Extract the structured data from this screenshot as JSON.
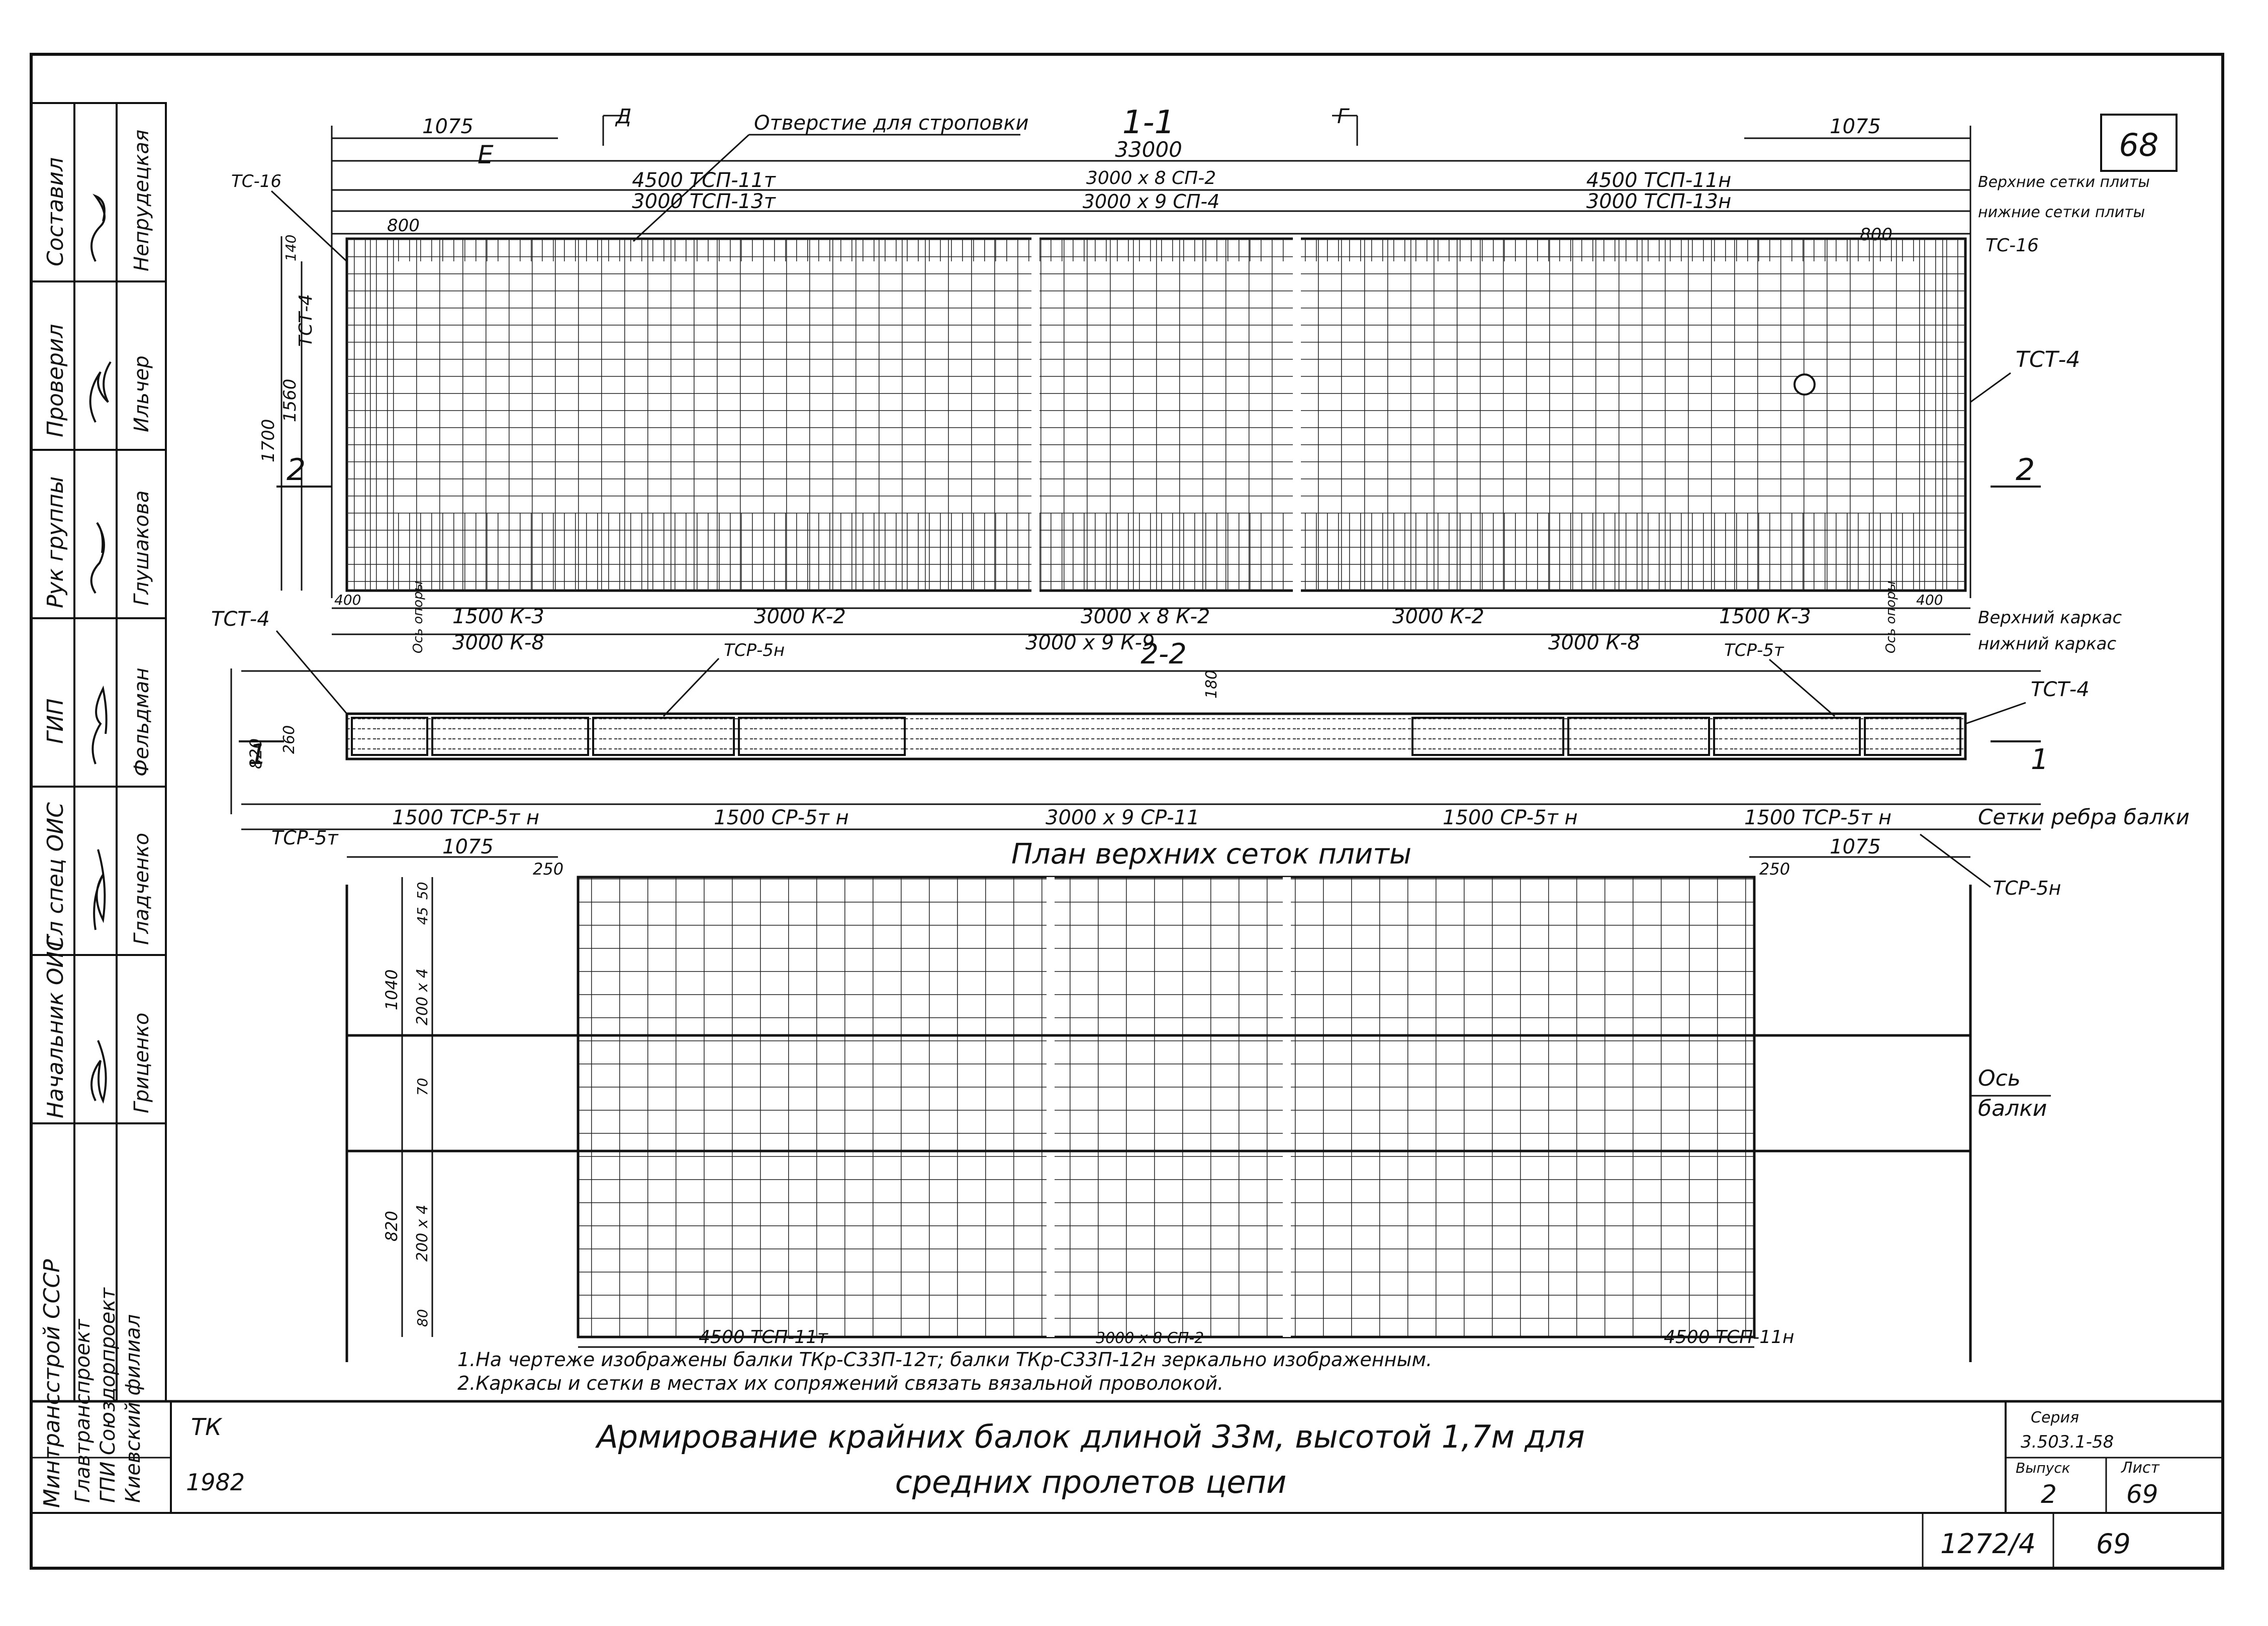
{
  "sheet": {
    "corner_number": "68",
    "footer_sheet_ref": "1272/4",
    "footer_sheet_no": "69"
  },
  "title_block": {
    "org": "ТК",
    "year": "1982",
    "title_line1": "Армирование крайних балок длиной 33м, высотой 1,7м для",
    "title_line2": "средних пролетов цепи",
    "series_label": "Серия",
    "series_value": "3.503.1-58",
    "issue_label": "Выпуск",
    "issue_value": "2",
    "sheet_label": "Лист",
    "sheet_value": "69"
  },
  "stamp": {
    "ministry": "Минтрансстрой СССР",
    "institute1": "Главтранспроект",
    "institute2": "ГПИ Союздорпроект",
    "institute3": "Киевский филиал",
    "rows": [
      {
        "role": "Составил",
        "name": "Непрудецкая"
      },
      {
        "role": "Проверил",
        "name": "Ильчер"
      },
      {
        "role": "Рук группы",
        "name": "Глушакова"
      },
      {
        "role": "ГИП",
        "name": "Фельдман"
      },
      {
        "role": "Гл спец ОИС",
        "name": "Гладченко"
      },
      {
        "role": "Начальник ОИС",
        "name": "Гриценко"
      }
    ]
  },
  "section_1_1": {
    "title": "1-1",
    "hole_note": "Отверстие для строповки",
    "overall": "33000",
    "left_edge": "1075",
    "right_edge": "1075",
    "mark_E": "Е",
    "mark_D": "Д",
    "mark_G": "Г",
    "top_left_a": "4500 ТСП-11т",
    "top_center_a": "3000 х 8 СП-2",
    "top_right_a": "4500 ТСП-11н",
    "top_left_b": "3000 ТСП-13т",
    "top_center_b": "3000 х 9 СП-4",
    "top_right_b": "3000 ТСП-13н",
    "label_upper_mesh": "Верхние сетки плиты",
    "label_lower_mesh": "нижние сетки плиты",
    "left_800": "800",
    "right_800": "800",
    "tc16_left": "ТС-16",
    "tc16_right": "ТС-16",
    "tct4_left": "ТСТ-4",
    "tct4_right": "ТСТ-4",
    "dim_1700": "1700",
    "dim_1560": "1560",
    "dim_140": "140",
    "cut_2_left": "2",
    "cut_2_right": "2",
    "bottom_400_left": "400",
    "bottom_400_right": "400",
    "axis_support": "Ось опоры",
    "row1_a": "1500 К-3",
    "row1_b": "3000 К-2",
    "row1_c": "3000 х 8 К-2",
    "row1_d": "3000 К-2",
    "row1_e": "1500 К-3",
    "row2_a": "3000 К-8",
    "row2_b": "3000 х 9 К-9",
    "row2_c": "3000 К-8",
    "label_upper_frame": "Верхний каркас",
    "label_lower_frame": "нижний каркас"
  },
  "section_2_2": {
    "title": "2-2",
    "tct4_left": "ТСТ-4",
    "tct4_right": "ТСТ-4",
    "tcp5h": "ТСР-5н",
    "tcp5t": "ТСР-5т",
    "tcp5t_left": "ТСР-5т",
    "dim_820": "820",
    "dim_260": "260",
    "dim_180": "180",
    "cut_1_left": "1",
    "cut_1_right": "1",
    "rib_a": "1500 ТСР-5т н",
    "rib_b": "1500 СР-5т н",
    "rib_c": "3000 х 9 СР-11",
    "rib_d": "1500 СР-5т н",
    "rib_e": "1500 ТСР-5т н",
    "label_rib_mesh": "Сетки ребра балки",
    "tcp5n_right": "ТСР-5н"
  },
  "plan": {
    "title": "План верхних сеток плиты",
    "edge_left": "1075",
    "edge_right": "1075",
    "dim_250_left": "250",
    "dim_250_right": "250",
    "dim_1040": "1040",
    "dim_820": "820",
    "dim_200x4a": "200 х 4",
    "dim_200x4b": "200 х 4",
    "dim_45": "45",
    "dim_50": "50",
    "dim_70": "70",
    "dim_80": "80",
    "axis_label_1": "Ось",
    "axis_label_2": "балки",
    "bottom_left": "4500 ТСП-11т",
    "bottom_center": "3000 х 8 СП-2",
    "bottom_right": "4500 ТСП-11н"
  },
  "notes": {
    "line1": "1.На чертеже изображены балки ТКр-С33П-12т; балки ТКр-С33П-12н зеркально изображенным.",
    "line2": "2.Каркасы и сетки в местах их сопряжений связать вязальной проволокой."
  }
}
